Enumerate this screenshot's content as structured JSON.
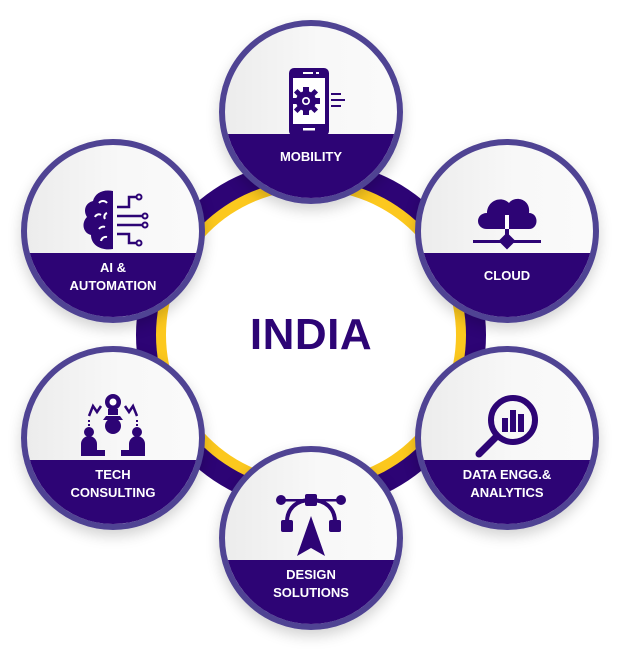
{
  "center": {
    "title": "INDIA"
  },
  "colors": {
    "primary": "#2d0475",
    "ring_border": "#4f4393",
    "accent": "#fcc81e",
    "node_bg": "#f5f5f5"
  },
  "nodes": [
    {
      "id": "mobility",
      "label": "MOBILITY",
      "icon": "mobile-gear-icon"
    },
    {
      "id": "cloud",
      "label": "CLOUD",
      "icon": "cloud-network-icon"
    },
    {
      "id": "data",
      "label": "DATA ENGG.&\nANALYTICS",
      "icon": "magnifier-chart-icon"
    },
    {
      "id": "design",
      "label": "DESIGN\nSOLUTIONS",
      "icon": "vector-pen-icon"
    },
    {
      "id": "tech",
      "label": "TECH\nCONSULTING",
      "icon": "consulting-icon"
    },
    {
      "id": "ai",
      "label": "AI &\nAUTOMATION",
      "icon": "ai-brain-icon"
    }
  ]
}
